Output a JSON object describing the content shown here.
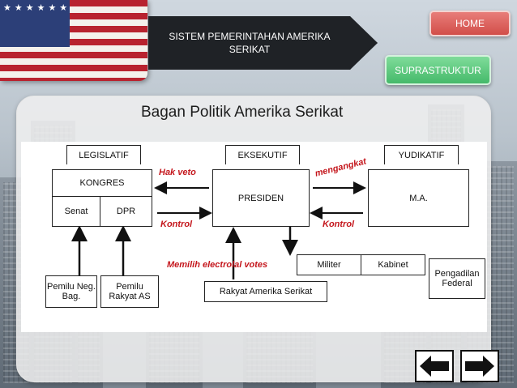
{
  "header": {
    "title": "SISTEM PEMERINTAHAN AMERIKA SERIKAT",
    "home_label": "HOME",
    "section_label": "SUPRASTRUKTUR"
  },
  "slide": {
    "title": "Bagan Politik Amerika Serikat"
  },
  "diagram": {
    "legislatif_tab": "LEGISLATIF",
    "kongres": "KONGRES",
    "senat": "Senat",
    "dpr": "DPR",
    "eksekutif_tab": "EKSEKUTIF",
    "presiden": "PRESIDEN",
    "yudikatif_tab": "YUDIKATIF",
    "ma": "M.A.",
    "hak_veto": "Hak veto",
    "kontrol_left": "Kontrol",
    "kontrol_right": "Kontrol",
    "mengangkat": "mengangkat",
    "memilih": "Memilih electrolal votes",
    "militer": "Militer",
    "kabinet": "Kabinet",
    "pengadilan": "Pengadilan Federal",
    "pemilu_negbag": "Pemilu Neg. Bag.",
    "pemilu_rakyat": "Pemilu Rakyat AS",
    "rakyat": "Rakyat Amerika Serikat"
  },
  "nav": {
    "prev_icon": "arrow-left-icon",
    "next_icon": "arrow-right-icon"
  },
  "colors": {
    "home": "#d24e49",
    "section": "#45b96a",
    "annotation": "#c4161c"
  }
}
